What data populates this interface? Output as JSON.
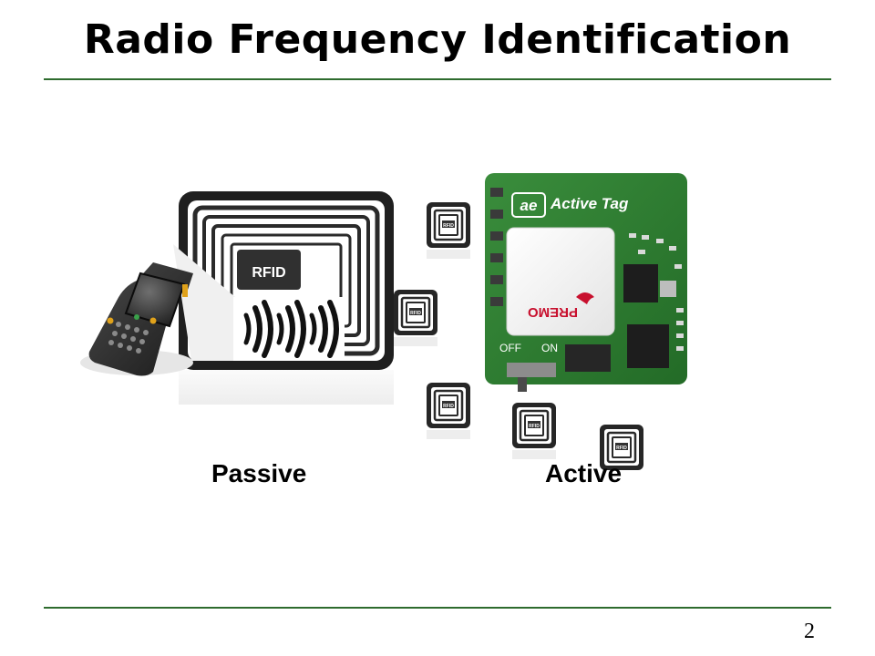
{
  "slide": {
    "title": "Radio Frequency Identification",
    "page_number": "2"
  },
  "captions": {
    "passive": "Passive",
    "active": "Active"
  },
  "illustration": {
    "large_tag_label": "RFID",
    "small_tag_label": "RFID",
    "active_board_label": "Active Tag",
    "active_board_logo": "ae",
    "chip_brand": "PREMO",
    "switch_off": "OFF",
    "switch_on": "ON"
  },
  "colors": {
    "rule": "#2e6b2e",
    "pcb_green": "#2f7d32",
    "brand_red": "#c8102e"
  }
}
